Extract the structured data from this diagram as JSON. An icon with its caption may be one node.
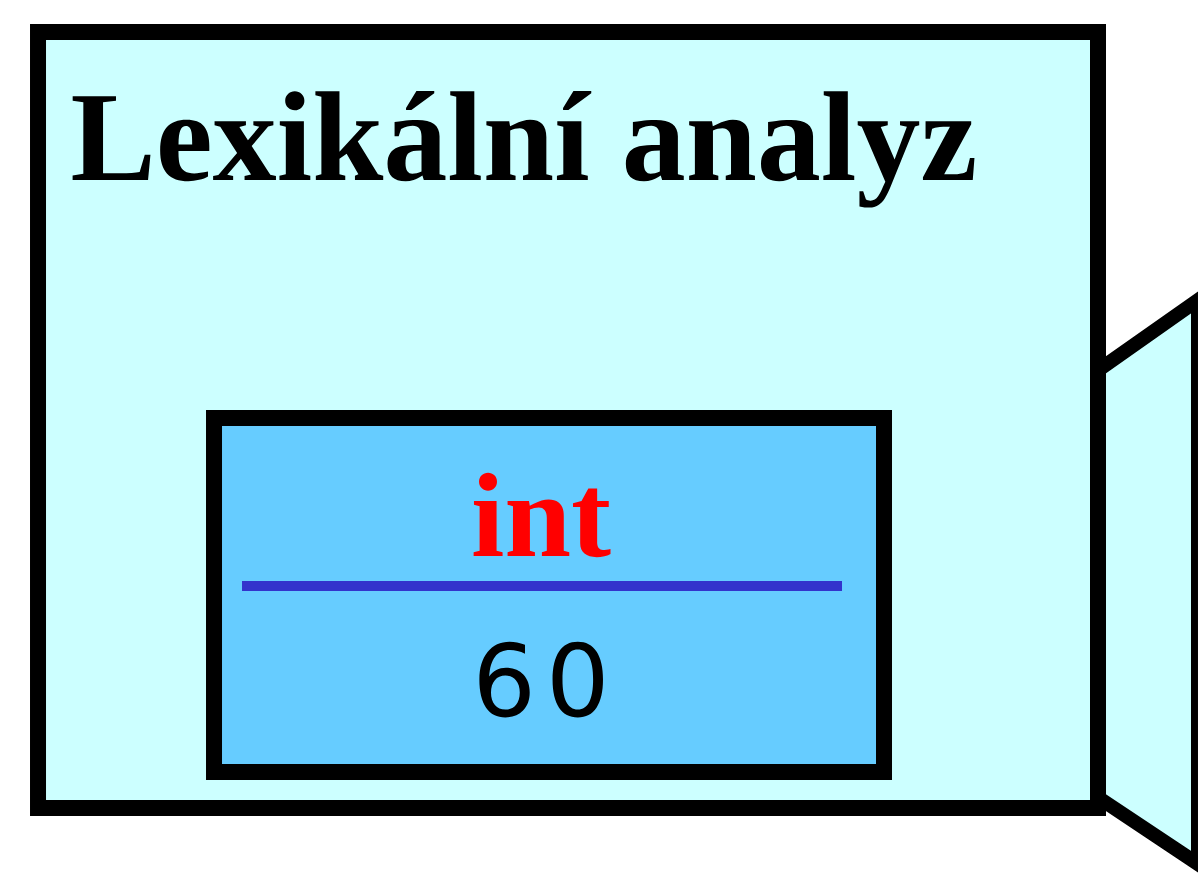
{
  "diagram": {
    "nodes": [
      {
        "text": [
          "Lexikální analyz"
        ]
      },
      {
        "text": [
          "int",
          "60"
        ],
        "in": 0
      }
    ]
  }
}
